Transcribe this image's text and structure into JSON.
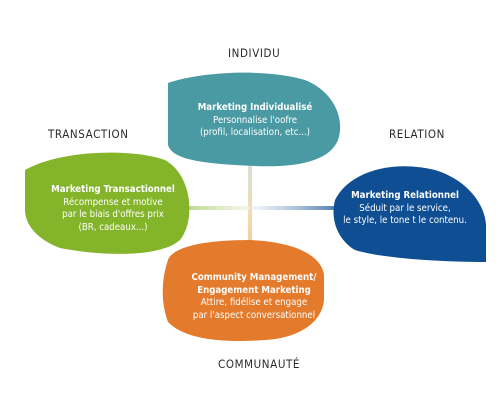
{
  "labels": {
    "top": "INDIVIDU",
    "left": "TRANSACTION",
    "right": "RELATION",
    "bottom": "COMMUNAUTÉ"
  },
  "petals": {
    "top": {
      "title": "Marketing Individualisé",
      "lines": [
        "Personnalise l'oofre",
        "(profil, localisation, etc...)"
      ],
      "color": "#4a9aa3"
    },
    "left": {
      "title": "Marketing Transactionnel",
      "lines": [
        "Récompense et motive",
        "par le biais d'offres prix",
        "(BR, cadeaux...)"
      ],
      "color": "#84b42a"
    },
    "right": {
      "title": "Marketing Relationnel",
      "lines": [
        "Séduit par le service,",
        "le style, le tone t le contenu."
      ],
      "color": "#0f4e93"
    },
    "bottom": {
      "title_lines": [
        "Community Management/",
        "Engagement Marketing"
      ],
      "lines": [
        "Attire, fidélise et engage",
        "par l'aspect conversationnel"
      ],
      "color": "#e47a2b"
    }
  },
  "axis_colors": {
    "vertical": "#f0d6a8",
    "left": "#c9e08e",
    "right": "#a9bed6"
  }
}
